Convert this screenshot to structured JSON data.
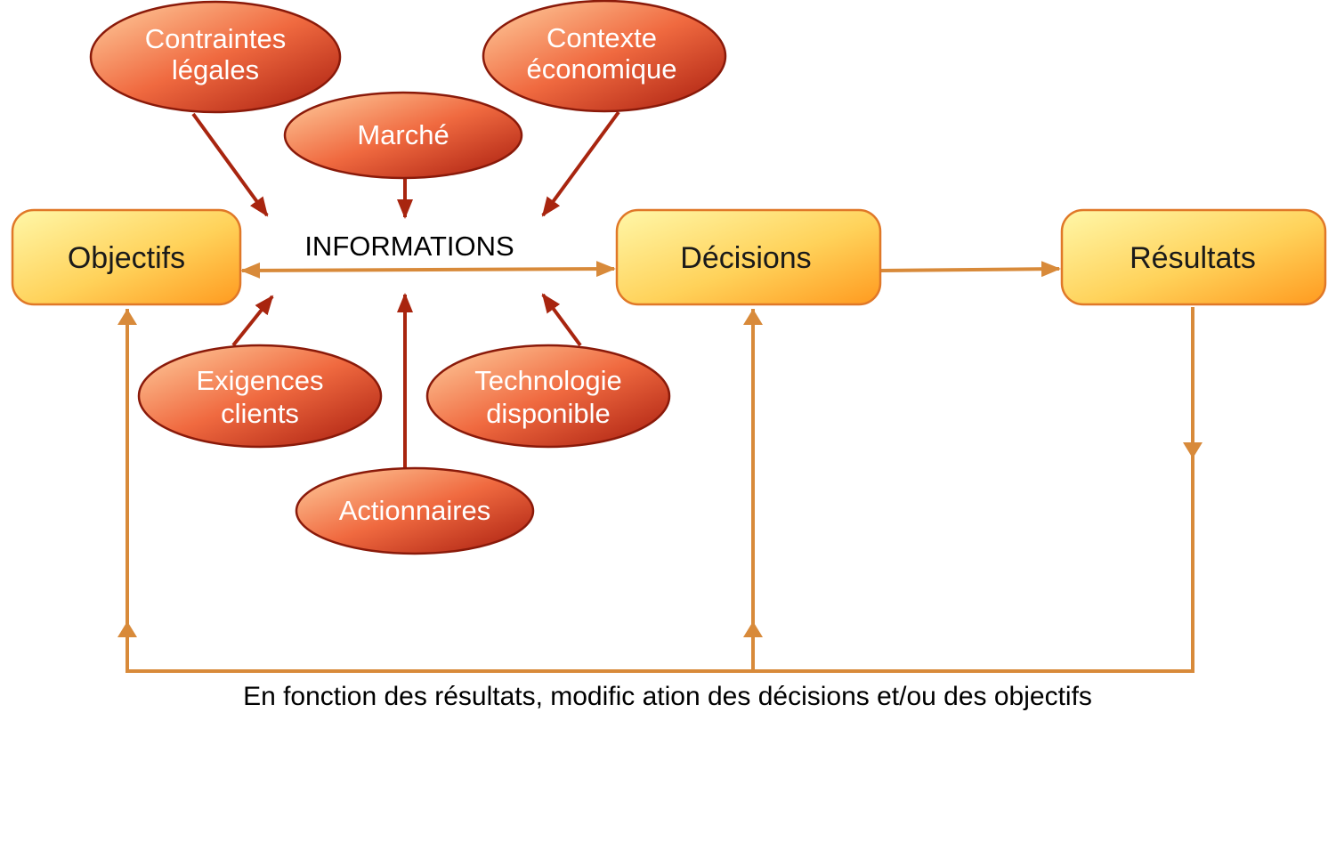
{
  "colors": {
    "box_light": "#fff7a8",
    "box_mid": "#ffd25a",
    "box_dark": "#ff9a1f",
    "box_border": "#e07828",
    "oval_light": "#ffd0a0",
    "oval_mid": "#f06a40",
    "oval_dark": "#a81c0e",
    "oval_border": "#8a1a0a",
    "red_arrow": "#a8250f",
    "orange_line": "#d88a3a"
  },
  "boxes": {
    "objectifs": "Objectifs",
    "decisions": "Décisions",
    "resultats": "Résultats"
  },
  "center_label": "INFORMATIONS",
  "factors": {
    "contraintes_legales": [
      "Contraintes",
      "légales"
    ],
    "marche": [
      "Marché"
    ],
    "contexte_economique": [
      "Contexte",
      "économique"
    ],
    "exigences_clients": [
      "Exigences",
      "clients"
    ],
    "technologie_disponible": [
      "Technologie",
      "disponible"
    ],
    "actionnaires": [
      "Actionnaires"
    ]
  },
  "feedback_caption": "En fonction des résultats, modific ation des décisions et/ou des objectifs"
}
